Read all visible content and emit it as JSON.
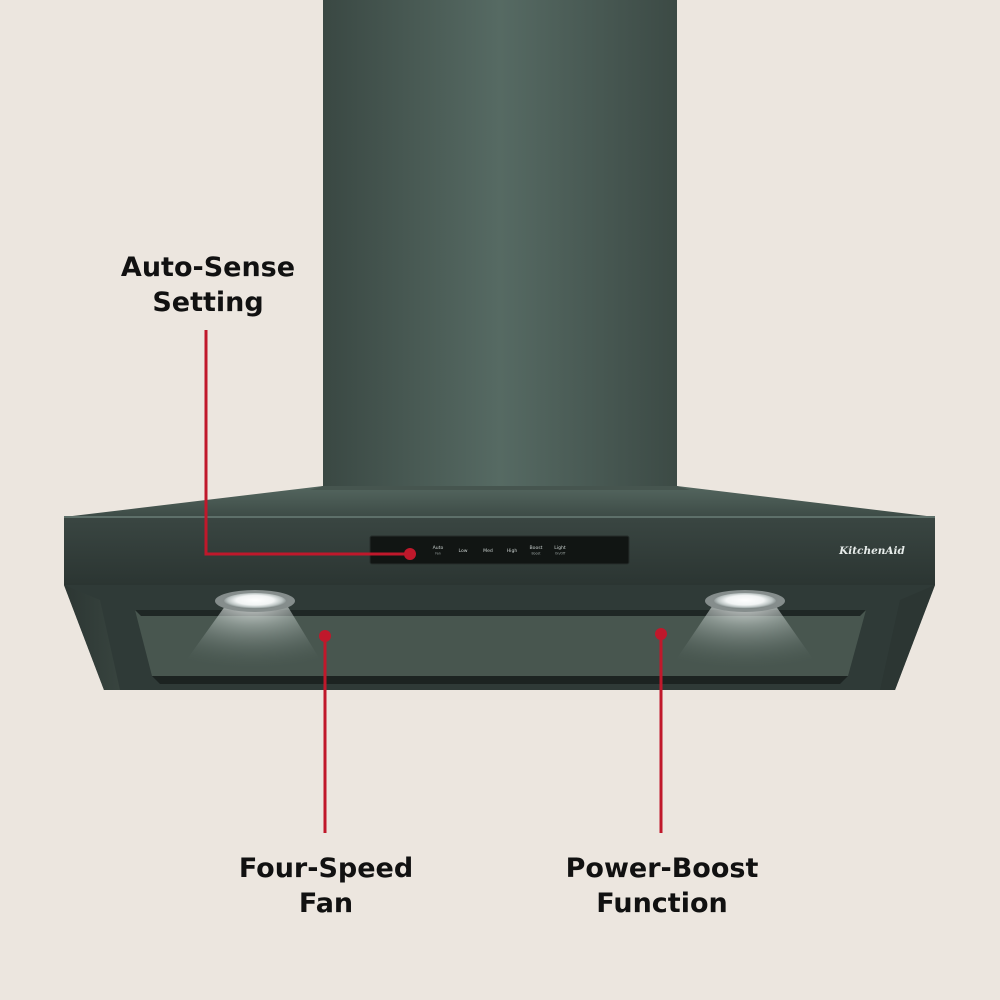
{
  "brand": {
    "logo_text": "KitchenAid"
  },
  "colors": {
    "background": "#ece6df",
    "hood_body": "#3f4d48",
    "accent_red": "#c0182b",
    "label_text": "#111111"
  },
  "control_panel": {
    "buttons": [
      {
        "label": "Auto",
        "sublabel": "Fan"
      },
      {
        "label": "Low",
        "sublabel": ""
      },
      {
        "label": "Med",
        "sublabel": ""
      },
      {
        "label": "High",
        "sublabel": ""
      },
      {
        "label": "Boost",
        "sublabel": "Boost"
      },
      {
        "label": "Light",
        "sublabel": "On/Off"
      }
    ]
  },
  "callouts": [
    {
      "line1": "Auto-Sense",
      "line2": "Setting"
    },
    {
      "line1": "Four-Speed",
      "line2": "Fan"
    },
    {
      "line1": "Power-Boost",
      "line2": "Function"
    }
  ]
}
